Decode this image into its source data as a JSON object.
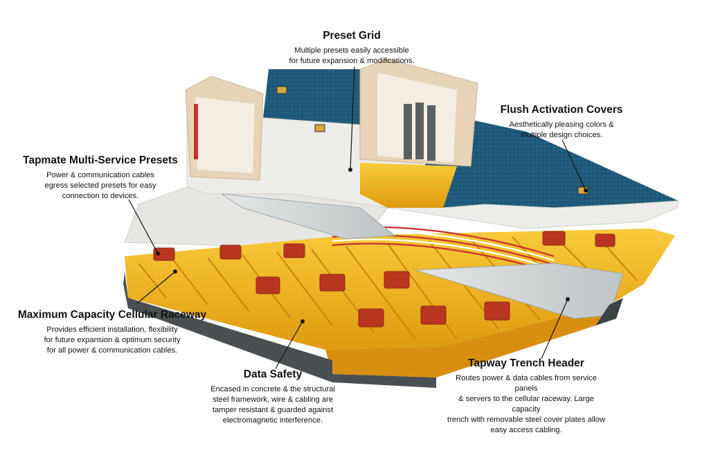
{
  "callouts": {
    "preset_grid": {
      "title": "Preset Grid",
      "lines": [
        "Multiple presets  easily accessible",
        "for future expansion & modifications."
      ]
    },
    "flush_covers": {
      "title": "Flush Activation Covers",
      "lines": [
        "Aesthetically pleasing colors &",
        "multiple design choices."
      ]
    },
    "tapmate": {
      "title": "Tapmate Multi-Service Presets",
      "lines": [
        "Power & communication cables",
        "egress selected presets for easy",
        "connection to devices."
      ]
    },
    "raceway": {
      "title": "Maximum Capacity Cellular Raceway",
      "lines": [
        "Provides efficient installation, flexibility",
        "for future expansion & optimum security",
        "for all power & communication cables."
      ]
    },
    "data_safety": {
      "title": "Data Safety",
      "lines": [
        "Encased in concrete & the structural",
        "steel framework, wire & cabling are",
        "tamper resistant & guarded against",
        "electromagnetic interference."
      ]
    },
    "trench_header": {
      "title": "Tapway Trench Header",
      "lines": [
        "Routes power & data cables from service panels",
        "& servers to the cellular raceway. Large capacity",
        "trench with removable steel cover plates allow",
        "easy access cabling."
      ]
    }
  },
  "colors": {
    "carpet": "#1f5a7a",
    "concrete": "#ecece8",
    "cell_yellow": "#f2b51b",
    "preset_red": "#b8361f",
    "steel_gray": "#4a5052",
    "trench_cover": "#cfd3d4",
    "tan_wall": "#e6d3b8"
  }
}
